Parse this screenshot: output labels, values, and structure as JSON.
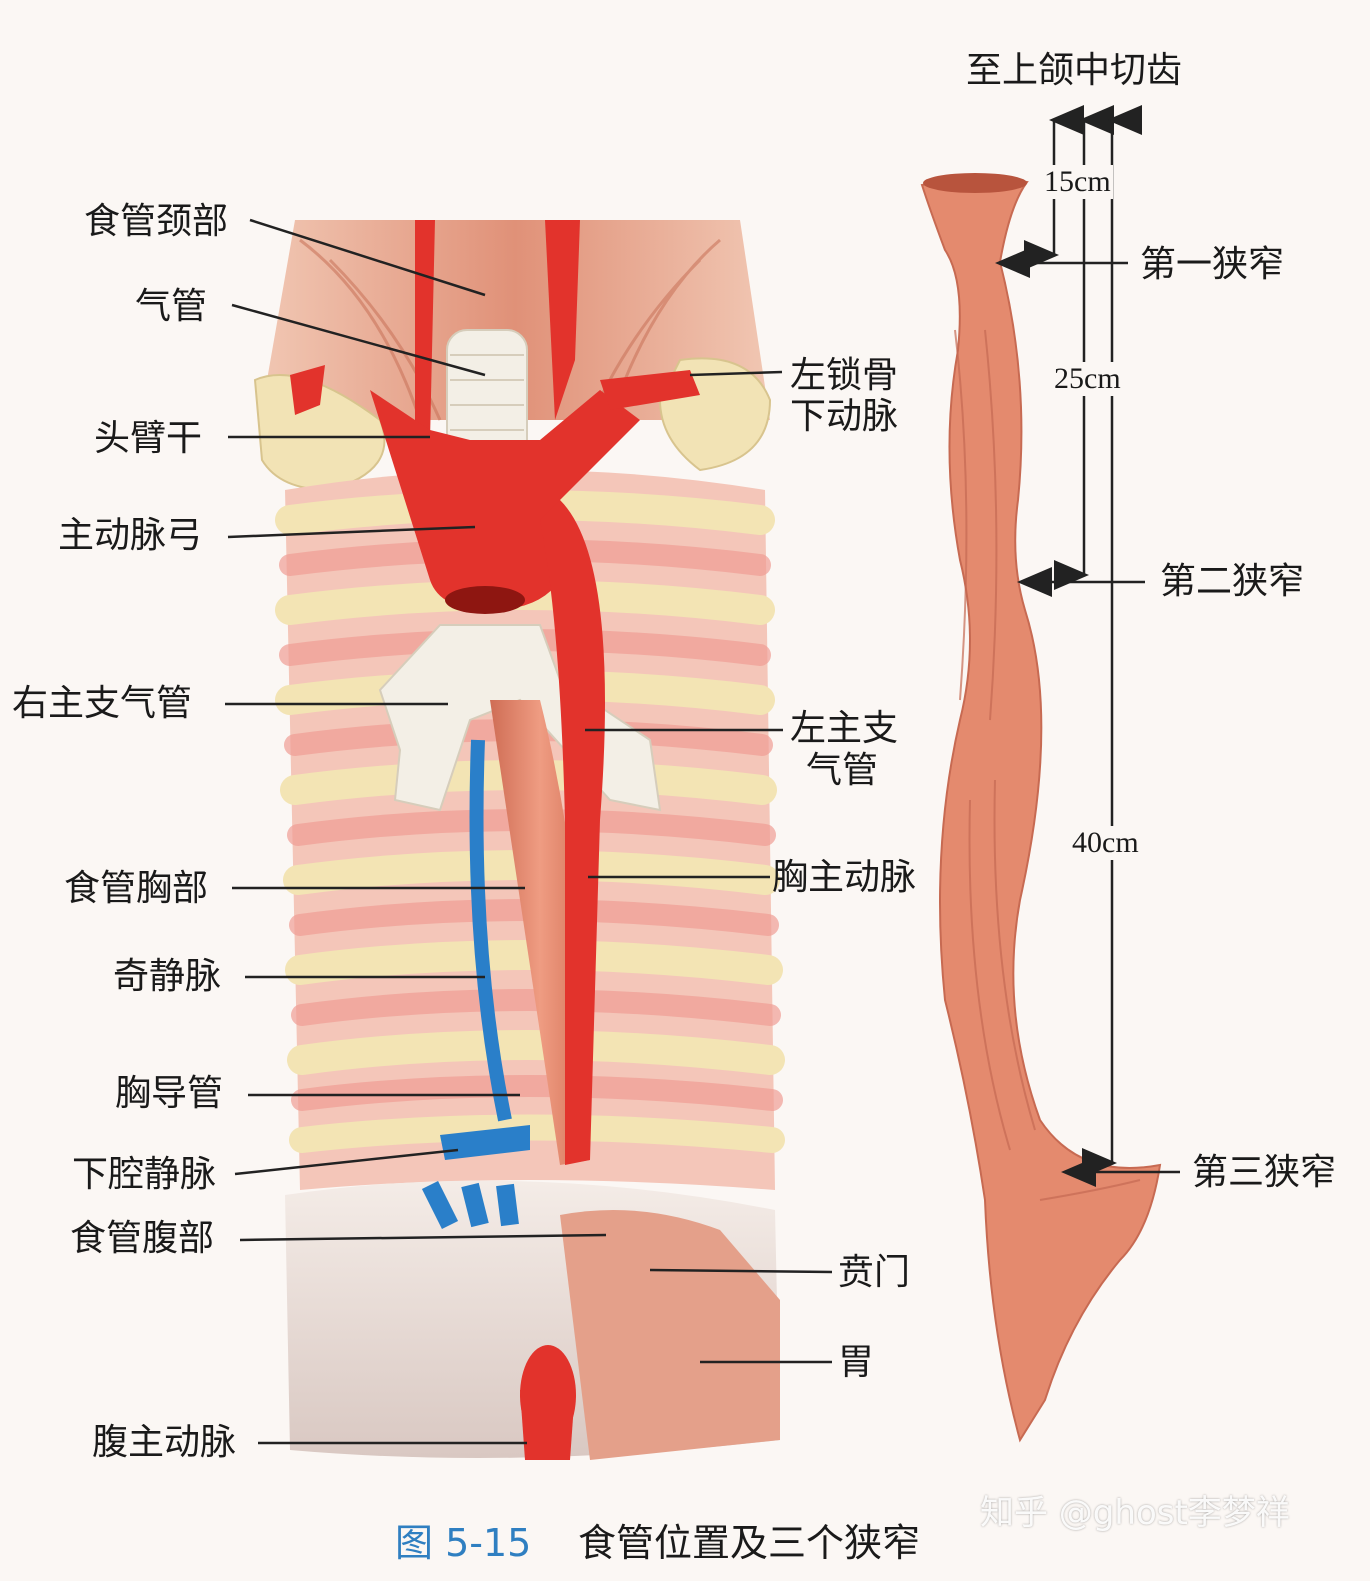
{
  "left_labels": {
    "cervical_esophagus": "食管颈部",
    "trachea": "气管",
    "brachiocephalic_trunk": "头臂干",
    "aortic_arch": "主动脉弓",
    "right_main_bronchus": "右主支气管",
    "thoracic_esophagus": "食管胸部",
    "azygos_vein": "奇静脉",
    "thoracic_duct": "胸导管",
    "inferior_vena_cava": "下腔静脉",
    "abdominal_esophagus": "食管腹部",
    "abdominal_aorta": "腹主动脉"
  },
  "right_labels": {
    "left_subclavian_line1": "左锁骨",
    "left_subclavian_line2": "下动脉",
    "left_main_bronchus_line1": "左主支",
    "left_main_bronchus_line2": "气管",
    "thoracic_aorta": "胸主动脉",
    "cardia": "贲门",
    "stomach": "胃"
  },
  "measure": {
    "top_note": "至上颌中切齿",
    "d1": "15cm",
    "d2": "25cm",
    "d3": "40cm",
    "n1": "第一狭窄",
    "n2": "第二狭窄",
    "n3": "第三狭窄"
  },
  "caption": {
    "figure_no": "图 5-15",
    "title": "食管位置及三个狭窄"
  },
  "watermark": "知乎 @ghost李梦祥",
  "colors": {
    "artery": "#e2332c",
    "vein": "#2a7fc9",
    "esophagus": "#e48a6e",
    "bone": "#f2e3b5",
    "muscle": "#e29b83",
    "caption_blue": "#2f7fc1"
  }
}
